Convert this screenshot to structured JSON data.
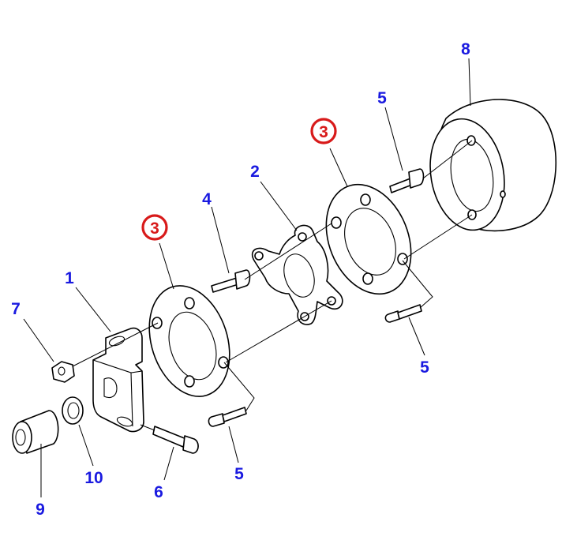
{
  "diagram": {
    "labels": [
      {
        "id": "label-1",
        "text": "1"
      },
      {
        "id": "label-2",
        "text": "2"
      },
      {
        "id": "label-3a",
        "text": "3",
        "highlighted": true
      },
      {
        "id": "label-3b",
        "text": "3",
        "highlighted": true
      },
      {
        "id": "label-4",
        "text": "4"
      },
      {
        "id": "label-5a",
        "text": "5"
      },
      {
        "id": "label-5b",
        "text": "5"
      },
      {
        "id": "label-5c",
        "text": "5"
      },
      {
        "id": "label-6",
        "text": "6"
      },
      {
        "id": "label-7",
        "text": "7"
      },
      {
        "id": "label-8",
        "text": "8"
      },
      {
        "id": "label-9",
        "text": "9"
      },
      {
        "id": "label-10",
        "text": "10"
      }
    ],
    "colors": {
      "label": "#1a1ae0",
      "highlight": "#d81a1a",
      "line": "#000000",
      "background": "#ffffff"
    }
  }
}
